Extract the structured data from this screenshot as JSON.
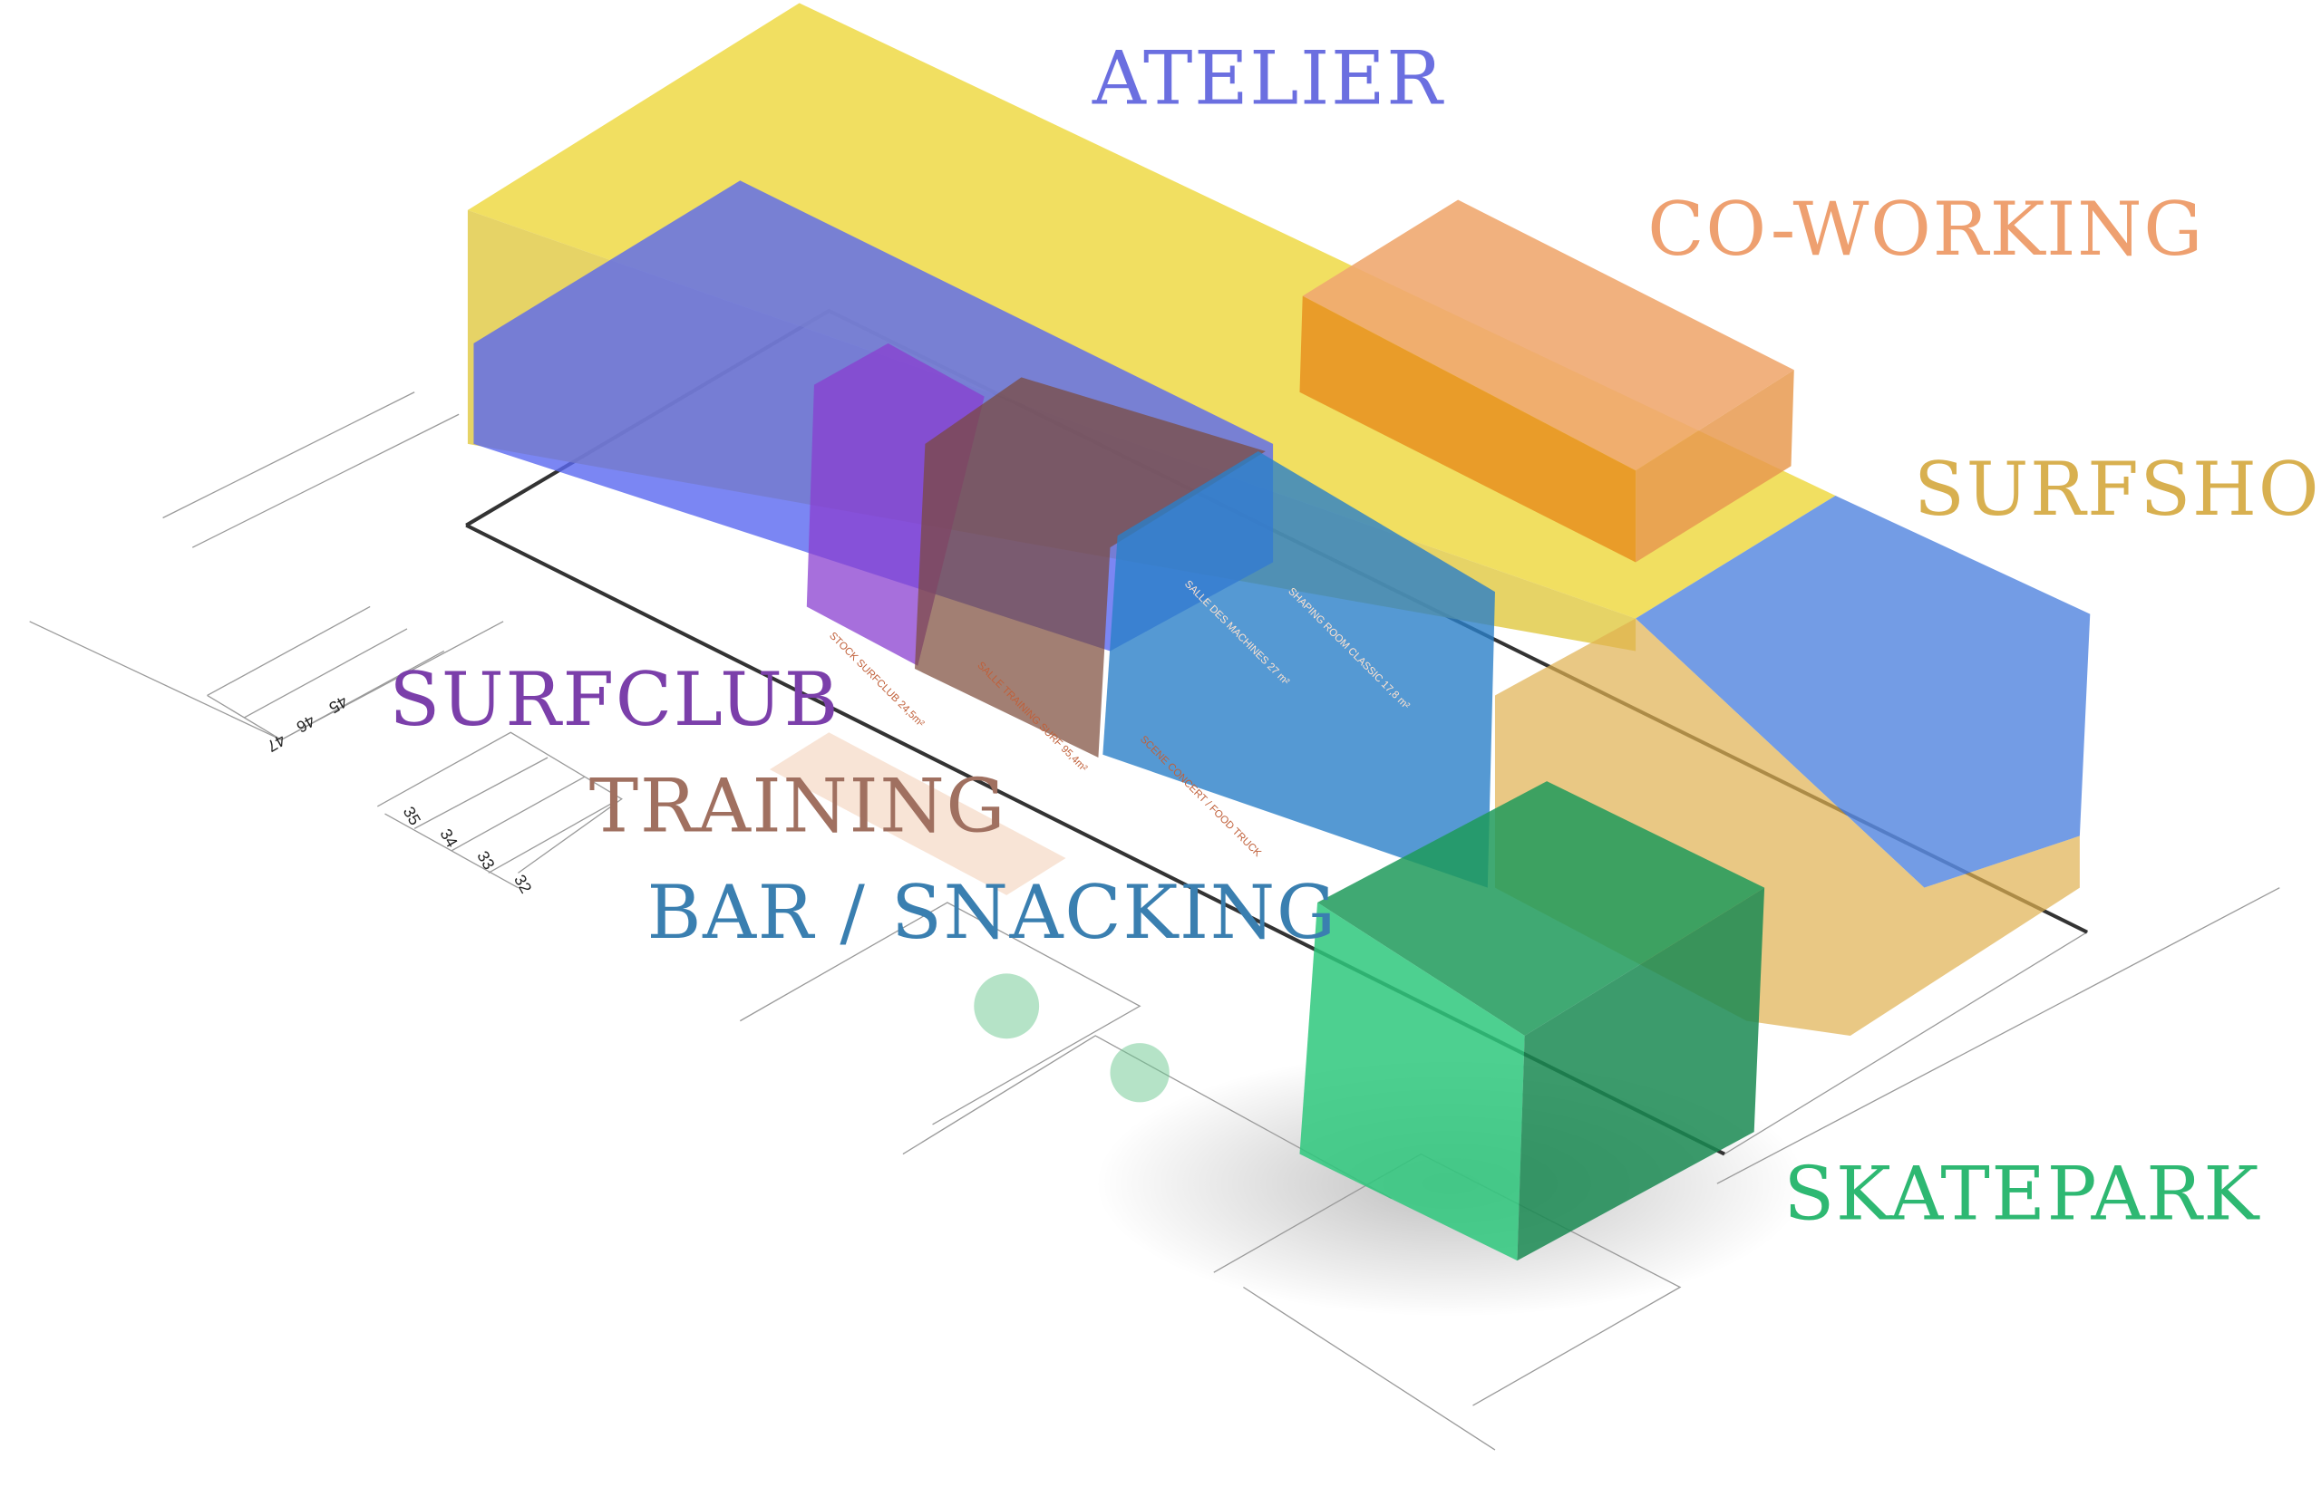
{
  "programs": [
    {
      "id": "atelier",
      "label": "ATELIER",
      "color": "#6b6fe0",
      "fill": "#f0dc50"
    },
    {
      "id": "coworking",
      "label": "CO-WORKING",
      "color": "#eea070",
      "fill": "#f0a060"
    },
    {
      "id": "surfshop",
      "label": "SURFSHOP",
      "color": "#d8b050",
      "fill": "#5a8be0"
    },
    {
      "id": "surfclub",
      "label": "SURFCLUB",
      "color": "#7b3faa",
      "fill": "#8a3fd0"
    },
    {
      "id": "training",
      "label": "TRAINING",
      "color": "#a07060",
      "fill": "#8a5040"
    },
    {
      "id": "bar",
      "label": "BAR / SNACKING",
      "color": "#3a7fb0",
      "fill": "#2a80c8"
    },
    {
      "id": "skatepark",
      "label": "SKATEPARK",
      "color": "#2eb872",
      "fill": "#1fb86a"
    }
  ],
  "parking": {
    "row1": [
      "45",
      "46",
      "47"
    ],
    "row2": [
      "35",
      "34",
      "33",
      "32"
    ]
  },
  "rooms": [
    "STOCK SURFCLUB 24,5m²",
    "SALLE TRAINING SURF 95,4m²",
    "SCENE CONCERT / FOOD TRUCK",
    "SALLE DES MACHINES 27 m²",
    "SHAPING ROOM CLASSIC 17,8 m²"
  ]
}
